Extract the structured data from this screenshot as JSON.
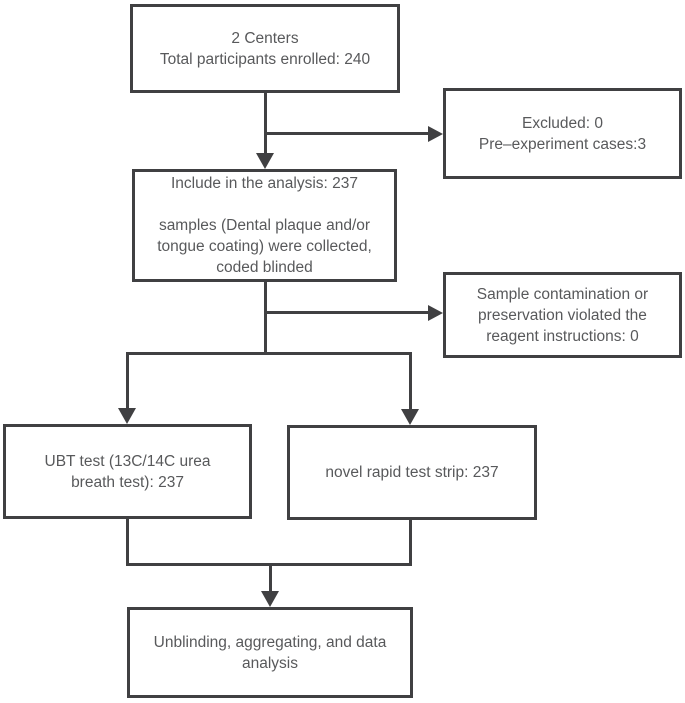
{
  "figure": {
    "type": "flowchart",
    "background_color": "#ffffff",
    "line_color": "#404042",
    "text_color": "#58595b"
  },
  "nodes": {
    "enrolled": {
      "text": "2 Centers\nTotal participants enrolled: 240"
    },
    "excluded": {
      "text": "Excluded: 0\nPre–experiment cases:3"
    },
    "analysis": {
      "text": "Include in the analysis: 237\n\nsamples (Dental plaque and/or\ntongue coating) were collected,\ncoded blinded"
    },
    "contamination": {
      "text": "Sample contamination or\npreservation violated the\nreagent instructions: 0"
    },
    "ubt": {
      "text": "UBT test (13C/14C urea\nbreath test): 237"
    },
    "strip": {
      "text": "novel rapid test strip: 237"
    },
    "final": {
      "text": "Unblinding, aggregating, and data\nanalysis"
    }
  },
  "edges": [
    {
      "from": "enrolled",
      "to": "analysis",
      "type": "arrow"
    },
    {
      "from": "enrolled",
      "to": "excluded",
      "type": "arrow"
    },
    {
      "from": "analysis",
      "to": "contamination",
      "type": "arrow"
    },
    {
      "from": "analysis",
      "to": "ubt",
      "type": "arrow"
    },
    {
      "from": "analysis",
      "to": "strip",
      "type": "arrow"
    },
    {
      "from": "ubt",
      "to": "final",
      "type": "arrow"
    },
    {
      "from": "strip",
      "to": "final",
      "type": "arrow"
    }
  ]
}
